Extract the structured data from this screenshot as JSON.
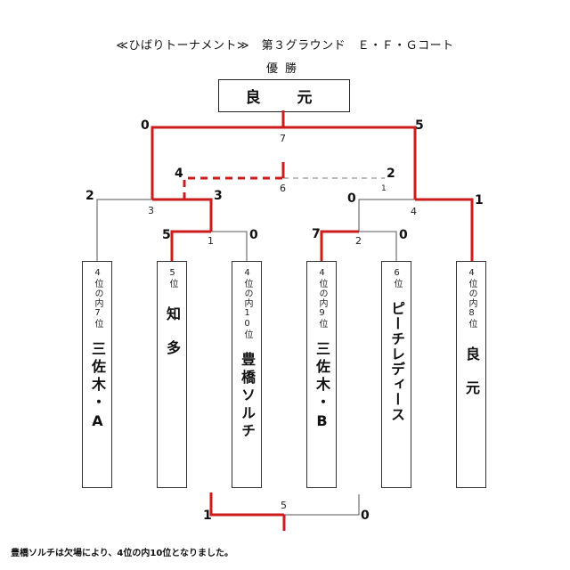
{
  "title": "≪ひばりトーナメント≫　第３グラウンド　Ｅ・Ｆ・Ｇコート",
  "subtitle": "優勝",
  "champion": "良　元",
  "teams": [
    {
      "seed": "4位の内7位",
      "name": "三佐木・A"
    },
    {
      "seed": "5位",
      "name": "知多"
    },
    {
      "seed": "4位の内10位",
      "name": "豊橋ソルチ"
    },
    {
      "seed": "4位の内9位",
      "name": "三佐木・B"
    },
    {
      "seed": "6位",
      "name": "ピーチレディース"
    },
    {
      "seed": "4位の内8位",
      "name": "良元"
    }
  ],
  "matches": [
    {
      "number": "1",
      "left_score": "5",
      "right_score": "0"
    },
    {
      "number": "2",
      "left_score": "7",
      "right_score": "0"
    },
    {
      "number": "3",
      "left_score": "2",
      "right_score": "3"
    },
    {
      "number": "4",
      "left_score": "0",
      "right_score": "1"
    },
    {
      "number": "5",
      "left_score": "1",
      "right_score": "0"
    },
    {
      "number": "6",
      "left_score": "4",
      "right_score": "2"
    },
    {
      "number": "7",
      "left_score": "0",
      "right_score": "5"
    }
  ],
  "tick_label": "1",
  "note": "豊橋ソルチは欠場により、4位の内10位となりました。",
  "colors": {
    "winner_line": "#cc1b1b",
    "loser_line": "#555555",
    "dashed_line": "#777777"
  }
}
